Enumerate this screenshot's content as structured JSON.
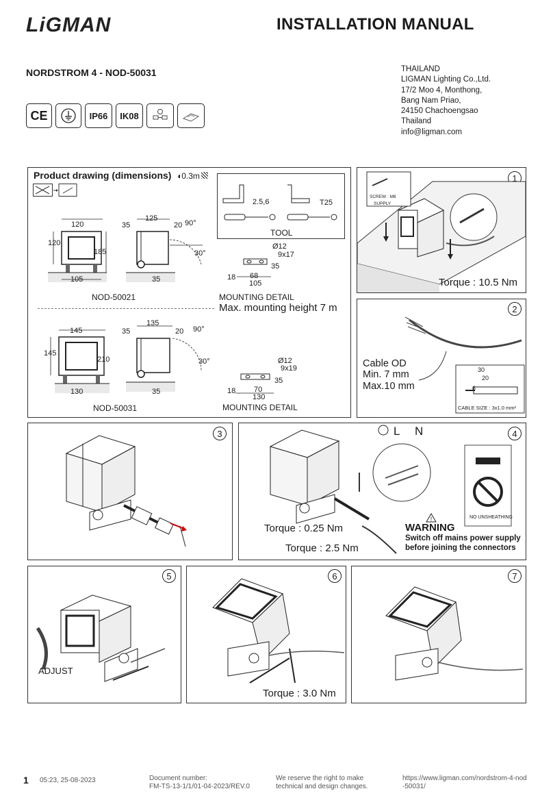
{
  "header": {
    "logo": "LiGMAN",
    "title": "INSTALLATION MANUAL",
    "product": "NORDSTROM 4 - NOD-50031"
  },
  "address": [
    "THAILAND",
    "LIGMAN Lighting Co.,Ltd.",
    "17/2 Moo 4, Monthong,",
    "Bang Nam Priao,",
    "24150 Chachoengsao",
    "Thailand",
    "info@ligman.com"
  ],
  "certifications": [
    "CE",
    "earth-symbol",
    "IP66",
    "IK08",
    "driver-symbol",
    "surface-symbol"
  ],
  "drawing": {
    "heading": "Product drawing (dimensions)",
    "wind": "0.3m",
    "model_a": "NOD-50021",
    "model_b": "NOD-50031",
    "mounting_detail": "MOUNTING DETAIL",
    "max_height": "Max. mounting height 7 m",
    "tool_label": "TOOL",
    "tool_hex": "2.5,6",
    "tool_torx": "T25",
    "a_dims": {
      "w": "120",
      "h": "120",
      "ht": "185",
      "base": "105",
      "side_d": "125",
      "side_l": "35",
      "side_r": "20",
      "side_base": "35",
      "angle1": "90°",
      "angle2": "30°"
    },
    "a_mount": {
      "hole": "Ø12",
      "slot": "9x17",
      "spacing": "68",
      "width": "105",
      "h": "35",
      "left": "18"
    },
    "b_dims": {
      "w": "145",
      "h": "145",
      "ht": "210",
      "base": "130",
      "side_d": "135",
      "side_l": "35",
      "side_r": "20",
      "side_base": "35",
      "angle1": "90°",
      "angle2": "30°"
    },
    "b_mount": {
      "hole": "Ø12",
      "slot": "9x19",
      "spacing": "70",
      "width": "130",
      "h": "35",
      "left": "18"
    }
  },
  "steps": {
    "s1": {
      "num": "1",
      "screw": "SCREW : M8",
      "supply": "SUPPLY",
      "torque": "Torque : 10.5 Nm"
    },
    "s2": {
      "num": "2",
      "cable_od": "Cable OD",
      "min": "Min. 7 mm",
      "max": "Max.10 mm",
      "d30": "30",
      "d20": "20",
      "d6": "6",
      "cable_size": "CABLE SIZE : 3x1.0 mm²"
    },
    "s3": {
      "num": "3"
    },
    "s4": {
      "num": "4",
      "L": "L",
      "N": "N",
      "torque1": "Torque : 0.25 Nm",
      "torque2": "Torque : 2.5 Nm",
      "warning": "WARNING",
      "warn1": "Switch off mains power supply",
      "warn2": "before joining the connectors",
      "no_unsheathing": "NO UNSHEATHING"
    },
    "s5": {
      "num": "5",
      "adjust": "ADJUST"
    },
    "s6": {
      "num": "6",
      "torque": "Torque : 3.0 Nm"
    },
    "s7": {
      "num": "7"
    }
  },
  "footer": {
    "page": "1",
    "date": "05:23, 25-08-2023",
    "docnum1": "Document number:",
    "docnum2": "FM-TS-13-1/1/01-04-2023/REV.0",
    "reserve1": "We reserve the right to make",
    "reserve2": "technical and design changes.",
    "url1": "https://www.ligman.com/nordstrom-4-nod",
    "url2": "-50031/"
  }
}
